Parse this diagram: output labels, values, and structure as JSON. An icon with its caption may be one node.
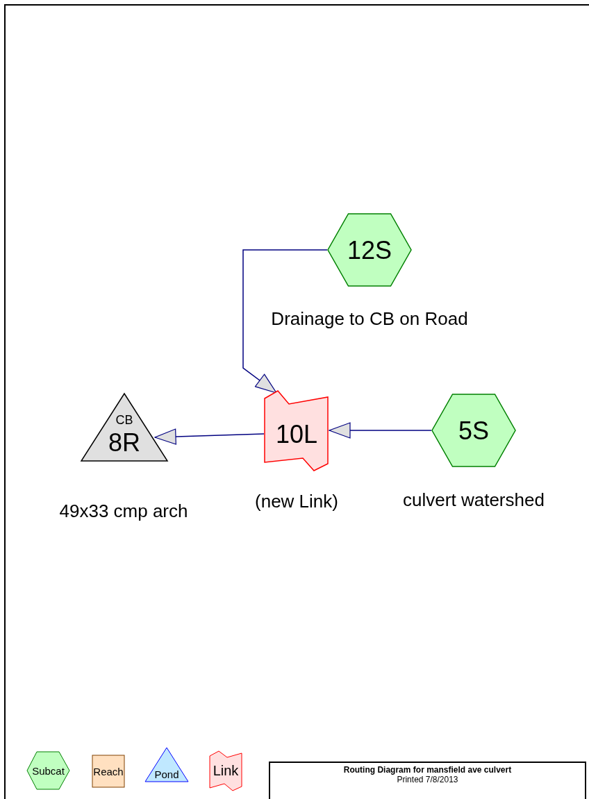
{
  "diagram": {
    "title": "Routing Diagram for mansfield ave culvert",
    "nodes": [
      {
        "text": [
          "12S"
        ],
        "beside": [
          "Drainage to CB on Road"
        ]
      },
      {
        "text": [
          "CB",
          "8R"
        ],
        "beside": [
          "49x33 cmp arch"
        ]
      },
      {
        "text": [
          "10L"
        ],
        "beside": [
          "(new Link)"
        ]
      },
      {
        "text": [
          "5S"
        ],
        "beside": [
          "culvert watershed"
        ]
      }
    ],
    "edges": [
      {
        "from": 0,
        "to": 2,
        "arrow": "to"
      },
      {
        "from": 2,
        "to": 1,
        "arrow": "to"
      },
      {
        "from": 3,
        "to": 2,
        "arrow": "to"
      }
    ],
    "labels": [
      "Printed 7/8/2013"
    ],
    "legend": [
      {
        "text": "Subcat"
      },
      {
        "text": "Reach"
      },
      {
        "text": "Pond"
      },
      {
        "text": "Link"
      }
    ]
  }
}
